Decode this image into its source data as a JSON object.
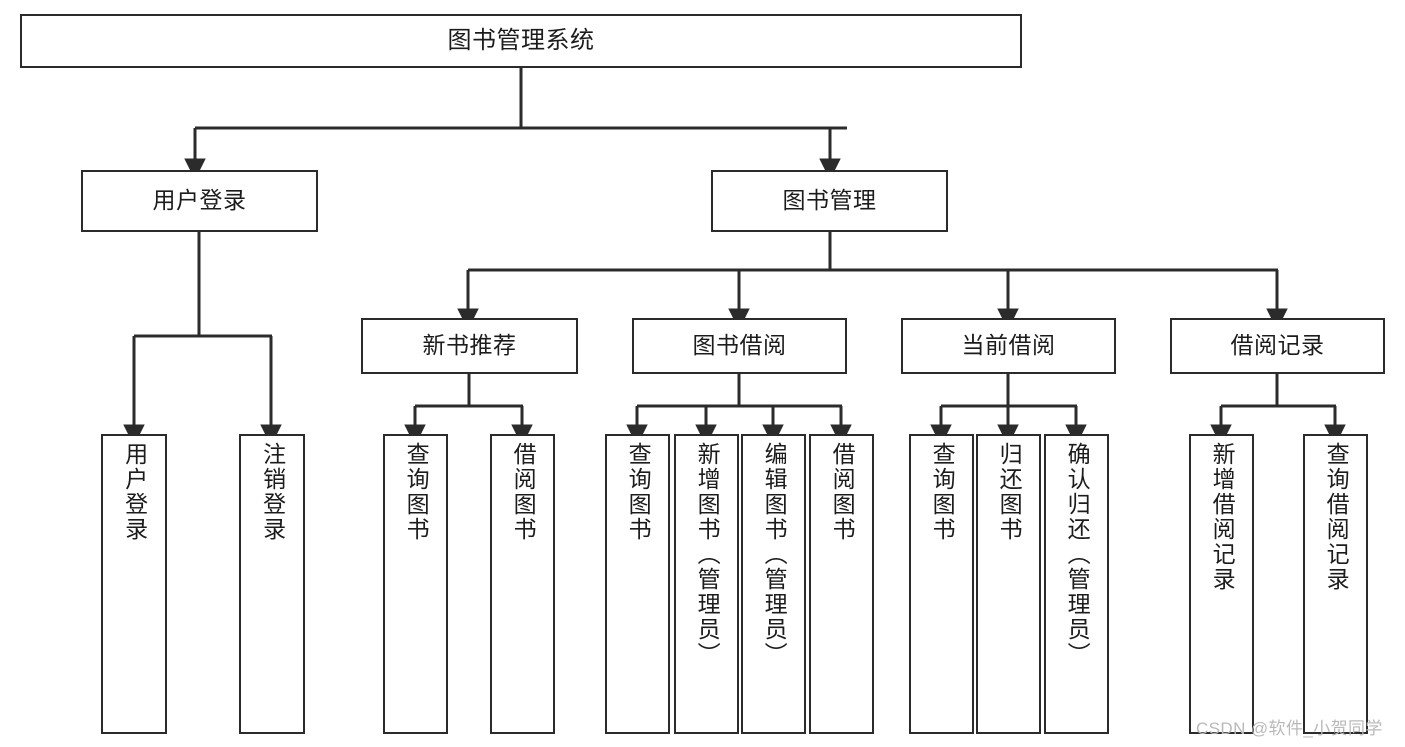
{
  "diagram": {
    "title": "图书管理系统",
    "type": "tree-hierarchy-diagram",
    "colors": {
      "box_border": "#2b2b2b",
      "box_fill": "#ffffff",
      "connector": "#2b2b2b",
      "text": "#1c1c1c",
      "watermark": "#b9b9b9",
      "background": "#ffffff"
    },
    "nodes": {
      "root": {
        "label": "图书管理系统"
      },
      "level1": [
        {
          "id": "user-login",
          "label": "用户登录"
        },
        {
          "id": "book-management",
          "label": "图书管理"
        }
      ],
      "level2": [
        {
          "id": "new-book-recommend",
          "label": "新书推荐"
        },
        {
          "id": "book-borrow",
          "label": "图书借阅"
        },
        {
          "id": "current-borrow",
          "label": "当前借阅"
        },
        {
          "id": "borrow-record",
          "label": "借阅记录"
        }
      ],
      "leaves": {
        "user_login": [
          {
            "id": "leaf-user-login",
            "label": "用户登录"
          },
          {
            "id": "leaf-logout-login",
            "label": "注销登录"
          }
        ],
        "new_book_recommend": [
          {
            "id": "leaf-query-book-1",
            "label": "查询图书"
          },
          {
            "id": "leaf-borrow-book-1",
            "label": "借阅图书"
          }
        ],
        "book_borrow": [
          {
            "id": "leaf-query-book-2",
            "label": "查询图书"
          },
          {
            "id": "leaf-add-book",
            "label": "新增图书（管理员）"
          },
          {
            "id": "leaf-edit-book",
            "label": "编辑图书（管理员）"
          },
          {
            "id": "leaf-borrow-book-2",
            "label": "借阅图书"
          }
        ],
        "current_borrow": [
          {
            "id": "leaf-query-book-3",
            "label": "查询图书"
          },
          {
            "id": "leaf-return-book",
            "label": "归还图书"
          },
          {
            "id": "leaf-confirm-return",
            "label": "确认归还（管理员）"
          }
        ],
        "borrow_record": [
          {
            "id": "leaf-add-record",
            "label": "新增借阅记录"
          },
          {
            "id": "leaf-query-record",
            "label": "查询借阅记录"
          }
        ]
      }
    },
    "watermark": "CSDN @软件_小贺同学"
  }
}
